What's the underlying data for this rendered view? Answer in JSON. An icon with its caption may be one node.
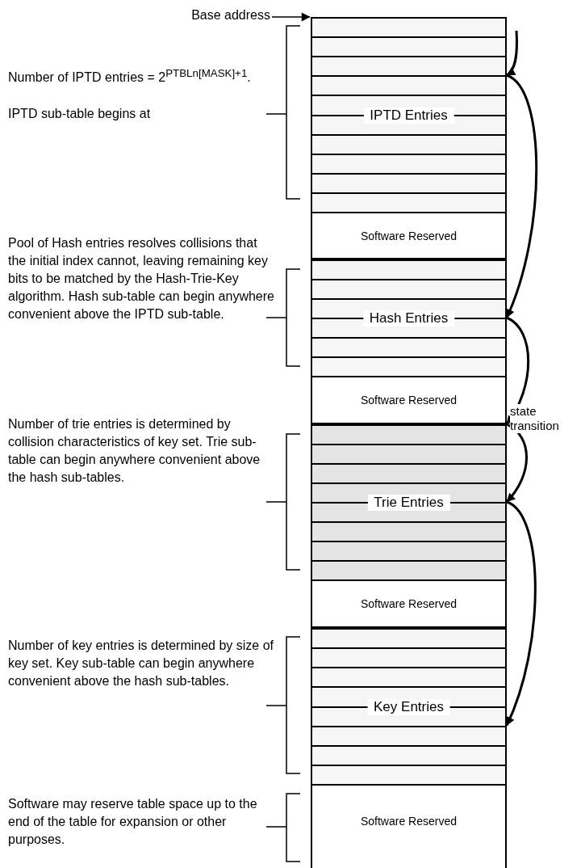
{
  "diagram": {
    "nodes": [
      {
        "text": [
          "Base address"
        ]
      },
      {
        "text": [
          "IPTD Entries"
        ]
      },
      {
        "text": [
          "Software Reserved"
        ]
      },
      {
        "text": [
          "Hash Entries"
        ]
      },
      {
        "text": [
          "Software Reserved"
        ]
      },
      {
        "text": [
          "Trie Entries"
        ]
      },
      {
        "text": [
          "Software Reserved"
        ]
      },
      {
        "text": [
          "Key Entries"
        ]
      },
      {
        "text": [
          "Software Reserved"
        ]
      }
    ],
    "edges": [
      {
        "from": 0,
        "to": 1,
        "arrow": "to"
      },
      {
        "from": null,
        "to": 1,
        "arrow": "to"
      },
      {
        "from": 1,
        "to": 3,
        "arrow": "to"
      },
      {
        "from": 3,
        "to": 5,
        "arrow": "to",
        "label": "state transition"
      },
      {
        "from": 5,
        "to": 5,
        "arrow": "to"
      },
      {
        "from": 5,
        "to": 7,
        "arrow": "to"
      }
    ],
    "labels": [
      "Number of IPTD entries = 2$^{PTBLn[MASK]+1}$.",
      "IPTD sub-table begins at",
      "Pool of Hash entries resolves collisions that the initial index cannot, leaving remaining key bits to be matched by the Hash-Trie-Key algorithm. Hash sub-table can begin anywhere convenient above the IPTD sub-table.",
      "Number of trie entries is determined by collision characteristics of key set. Trie sub-table can begin anywhere convenient above the hash sub-tables.",
      "Number of key entries is determined by size of key set. Key sub-table can begin anywhere convenient above the hash sub-tables.",
      "Software may reserve table space up to the end of the table for expansion or other purposes."
    ]
  }
}
